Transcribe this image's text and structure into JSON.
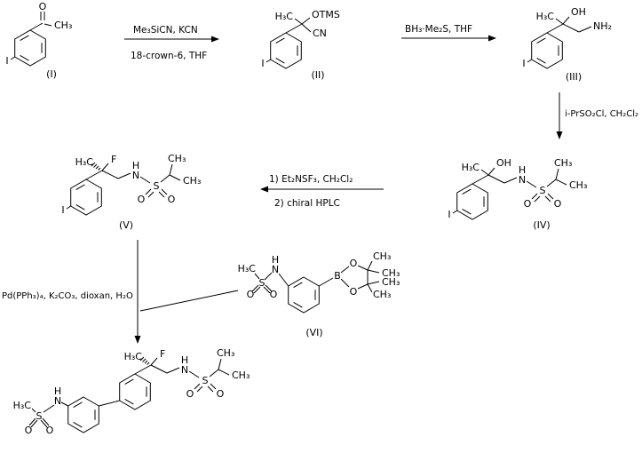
{
  "reagents": {
    "step1a": "Me₃SiCN, KCN",
    "step1b": "18-crown-6, THF",
    "step2": "BH₃·Me₂S, THF",
    "step3": "i-PrSO₂Cl, CH₂Cl₂",
    "step4a": "1) Et₂NSF₃, CH₂Cl₂",
    "step4b": "2) chiral HPLC",
    "step5": "Pd(PPh₃)₄, K₂CO₃, dioxan, H₂O"
  },
  "structure_labels": {
    "s1": "(I)",
    "s2": "(II)",
    "s3": "(III)",
    "s4": "(IV)",
    "s5": "(V)",
    "s6": "(VI)"
  },
  "atoms": {
    "s1": {
      "o": "O",
      "ch3": "CH₃",
      "i": "I"
    },
    "s2": {
      "h3c": "H₃C",
      "otms": "OTMS",
      "cn": "CN",
      "i": "I"
    },
    "s3": {
      "h3c": "H₃C",
      "oh": "OH",
      "nh2": "NH₂",
      "i": "I"
    },
    "s4": {
      "h3c": "H₃C",
      "oh": "OH",
      "h": "H",
      "n": "N",
      "s": "S",
      "o_left": "O",
      "o_right": "O",
      "ch3_top": "CH₃",
      "ch3_right": "CH₃",
      "i": "I"
    },
    "s5": {
      "h3c": "H₃C",
      "f": "F",
      "h": "H",
      "n": "N",
      "s": "S",
      "o_left": "O",
      "o_right": "O",
      "ch3_top": "CH₃",
      "ch3_right": "CH₃",
      "i": "I"
    },
    "s6": {
      "h3c": "H₃C",
      "s": "S",
      "o_left": "O",
      "o_right": "O",
      "h": "H",
      "n": "N",
      "b": "B",
      "o_top": "O",
      "o_bottom": "O",
      "ch3_1": "CH₃",
      "ch3_2": "CH₃",
      "ch3_3": "CH₃",
      "ch3_4": "CH₃"
    },
    "product": {
      "h3c_ms": "H₃C",
      "s_ms": "S",
      "o_ms1": "O",
      "o_ms2": "O",
      "h_ms": "H",
      "n_ms": "N",
      "h3c": "H₃C",
      "f": "F",
      "h": "H",
      "n": "N",
      "s": "S",
      "o_left": "O",
      "o_right": "O",
      "ch3_top": "CH₃",
      "ch3_right": "CH₃"
    }
  }
}
